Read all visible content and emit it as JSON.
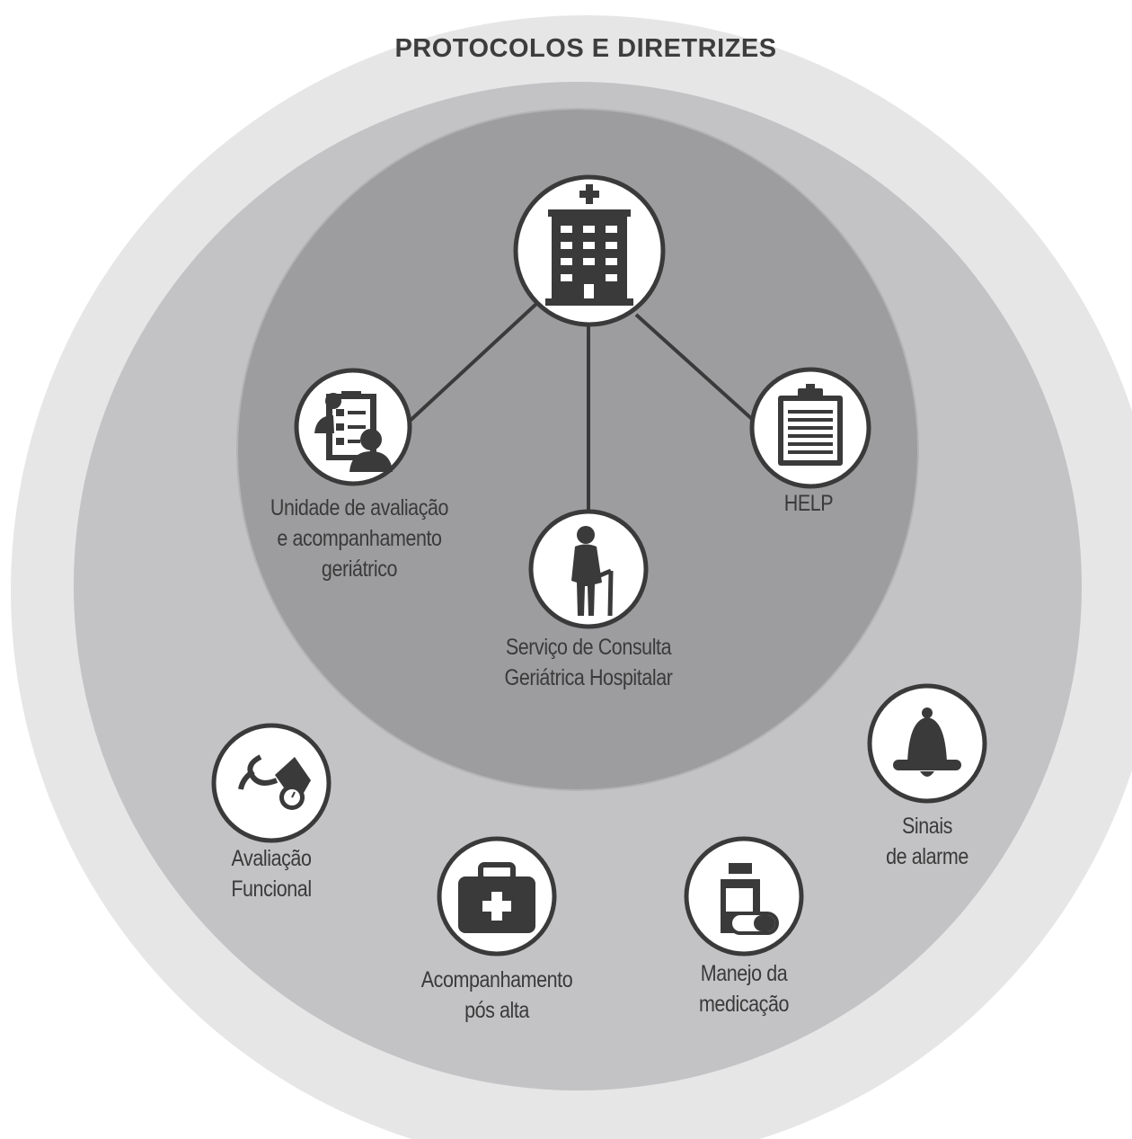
{
  "title": "PROTOCOLOS E DIRETRIZES",
  "colors": {
    "outer_ring": "#e6e6e7",
    "middle_ring": "#c3c3c5",
    "inner_ring": "#b3b3b5",
    "core": "#9d9d9f",
    "icon": "#3a3a3a",
    "icon_circle_fill": "#ffffff",
    "connector": "#3a3a3a",
    "text": "#3a3a3a"
  },
  "hospital": {
    "icon": "hospital-building-icon"
  },
  "nodes": {
    "unidade": {
      "label": "Unidade de avaliação\ne acompanhamento\ngeriátrico",
      "icon": "checklist-person-icon"
    },
    "servico": {
      "label": "Serviço de Consulta\nGeriátrica Hospitalar",
      "icon": "elderly-person-cane-icon"
    },
    "help": {
      "label": "HELP",
      "icon": "clipboard-icon"
    },
    "avaliacao": {
      "label": "Avaliação\nFuncional",
      "icon": "blood-pressure-monitor-icon"
    },
    "acompanhamento": {
      "label": "Acompanhamento\npós alta",
      "icon": "medical-kit-icon"
    },
    "manejo": {
      "label": "Manejo da\nmedicação",
      "icon": "medicine-bottle-pill-icon"
    },
    "sinais": {
      "label": "Sinais\nde alarme",
      "icon": "alarm-bell-icon"
    }
  }
}
